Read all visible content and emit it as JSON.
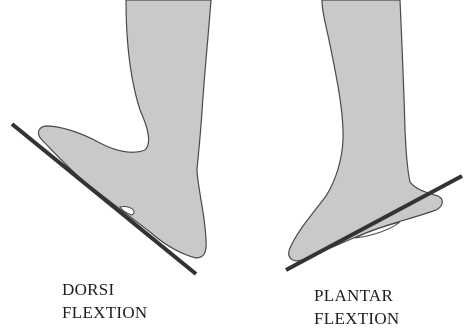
{
  "colors": {
    "foot_fill": "#c9c9c9",
    "outline": "#4a4a4a",
    "board": "#333333",
    "background": "#ffffff"
  },
  "figures": [
    {
      "id": "dorsi",
      "caption_lines": [
        "DORSI",
        "FLEXTION"
      ]
    },
    {
      "id": "plantar",
      "caption_lines": [
        "PLANTAR",
        "FLEXTION"
      ]
    }
  ]
}
